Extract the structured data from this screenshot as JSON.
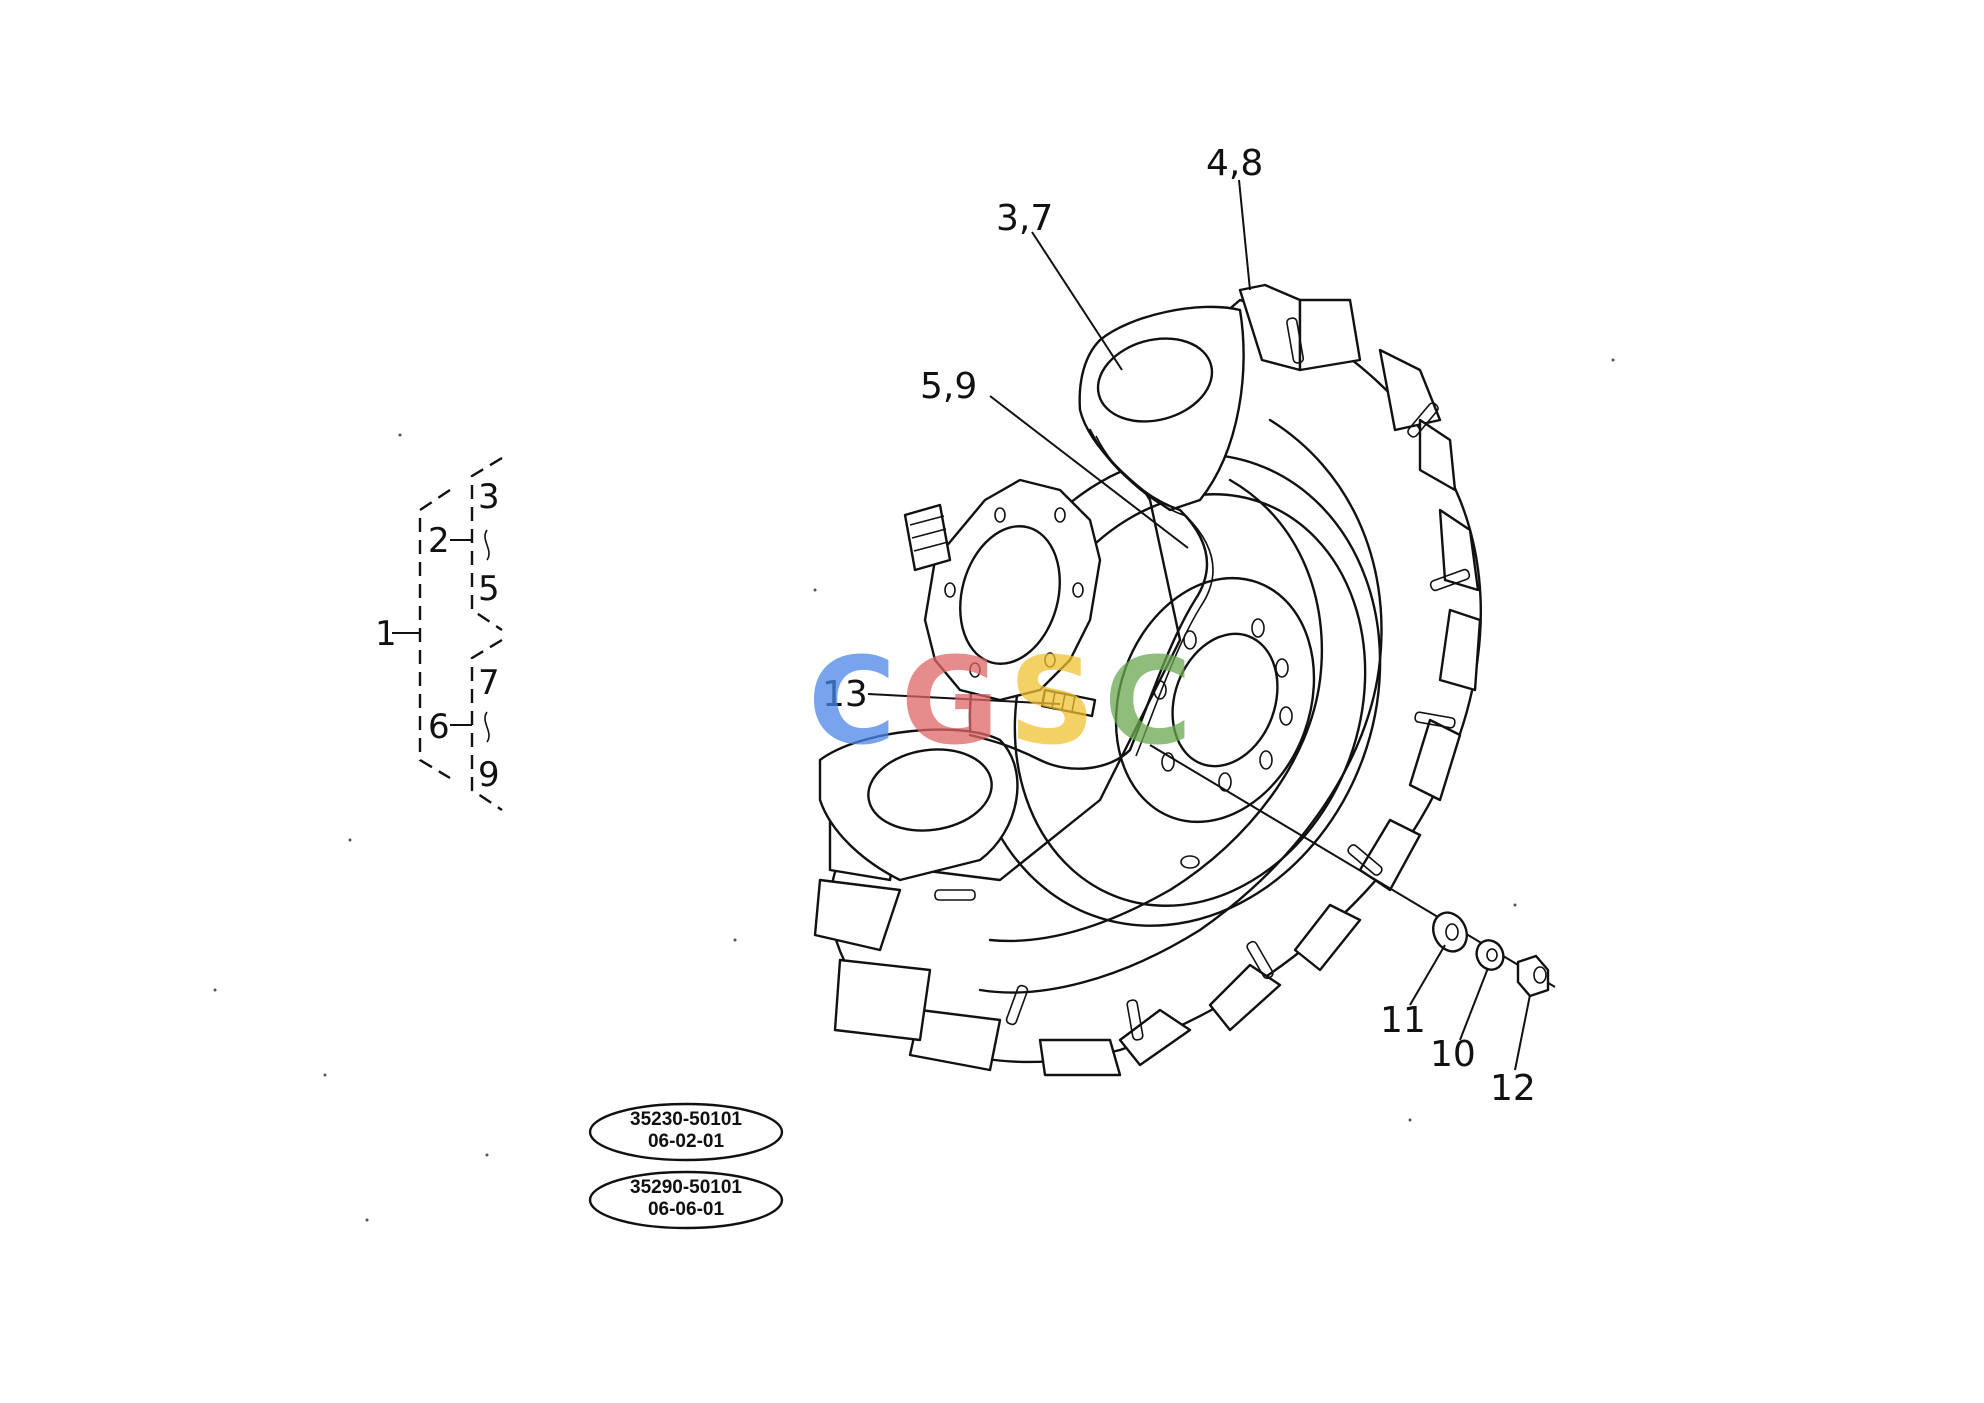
{
  "callouts": {
    "c48": "4,8",
    "c37": "3,7",
    "c59": "5,9",
    "c13": "13",
    "c11": "11",
    "c10": "10",
    "c12": "12"
  },
  "bracket": {
    "n1": "1",
    "n2": "2",
    "n3": "3",
    "n5": "5",
    "n6": "6",
    "n7": "7",
    "n9": "9"
  },
  "references": [
    {
      "code": "35230-50101",
      "page": "06-02-01"
    },
    {
      "code": "35290-50101",
      "page": "06-06-01"
    }
  ],
  "watermark": {
    "letters": [
      "C",
      "G",
      "S",
      "C"
    ],
    "colors": [
      "#4a86e8",
      "#e06666",
      "#f1c232",
      "#6aa84f"
    ]
  }
}
